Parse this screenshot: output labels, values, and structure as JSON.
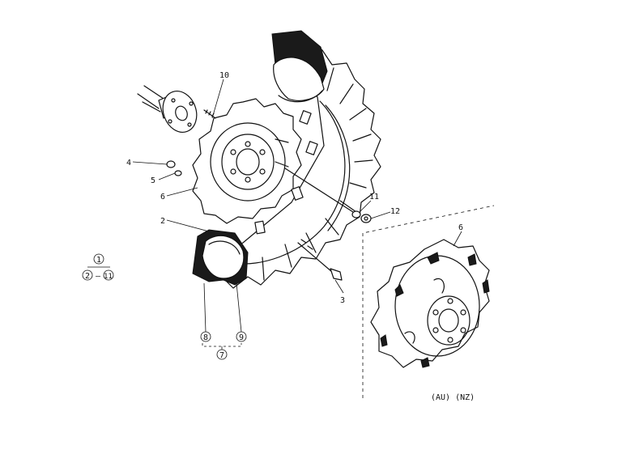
{
  "labels": {
    "l1": "1",
    "l2": "2",
    "l3": "3",
    "l4": "4",
    "l5": "5",
    "l6": "6",
    "l6b": "6",
    "l7": "7",
    "l8": "8",
    "l9": "9",
    "l10": "10",
    "l11": "11",
    "l11b": "11",
    "l12": "12"
  },
  "legend": {
    "top": "1",
    "left": "2",
    "dash": "–",
    "right": "11"
  },
  "caption": "(AU)  (NZ)"
}
